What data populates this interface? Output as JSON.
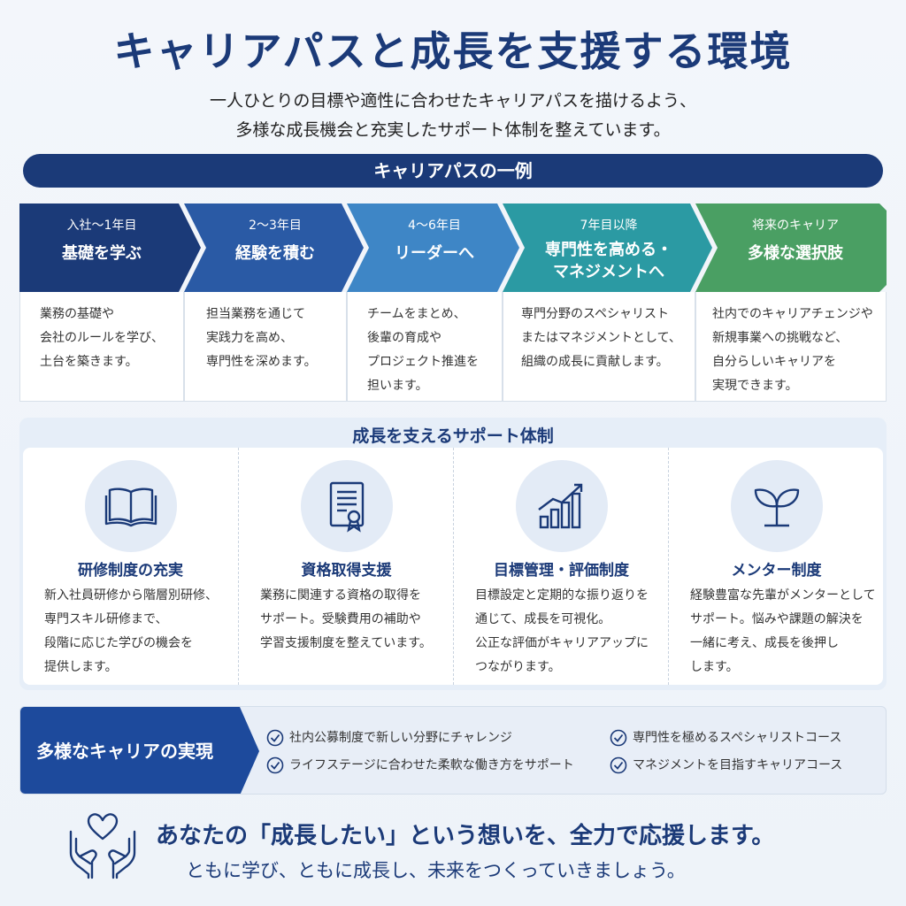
{
  "title": "キャリアパスと成長を支援する環境",
  "subtitle": {
    "line1": "一人ひとりの目標や適性に合わせたキャリアパスを描けるよう、",
    "line2": "多様な成長機会と充実したサポート体制を整えています。"
  },
  "career_path": {
    "heading": "キャリアパスの一例",
    "stages": [
      {
        "period": "入社〜1年目",
        "name": "基礎を学ぶ",
        "color": "#1b3a78",
        "desc": [
          "業務の基礎や",
          "会社のルールを学び、",
          "土台を築きます。"
        ]
      },
      {
        "period": "2〜3年目",
        "name": "経験を積む",
        "color": "#2a5aa5",
        "desc": [
          "担当業務を通じて",
          "実践力を高め、",
          "専門性を深めます。"
        ]
      },
      {
        "period": "4〜6年目",
        "name": "リーダーへ",
        "color": "#3e86c6",
        "desc": [
          "チームをまとめ、",
          "後輩の育成や",
          "プロジェクト推進を",
          "担います。"
        ]
      },
      {
        "period": "7年目以降",
        "name": "専門性を高める・",
        "name2": "マネジメントへ",
        "color": "#2b9aa3",
        "desc": [
          "専門分野のスペシャリスト",
          "またはマネジメントとして、",
          "組織の成長に貢献します。"
        ]
      },
      {
        "period": "将来のキャリア",
        "name": "多様な選択肢",
        "color": "#4a9f63",
        "desc": [
          "社内でのキャリアチェンジや",
          "新規事業への挑戦など、",
          "自分らしいキャリアを",
          "実現できます。"
        ]
      }
    ]
  },
  "support": {
    "heading": "成長を支えるサポート体制",
    "items": [
      {
        "icon": "book-icon",
        "name": "研修制度の充実",
        "desc": [
          "新入社員研修から階層別研修、",
          "専門スキル研修まで、",
          "段階に応じた学びの機会を",
          "提供します。"
        ]
      },
      {
        "icon": "certificate-icon",
        "name": "資格取得支援",
        "desc": [
          "業務に関連する資格の取得を",
          "サポート。受験費用の補助や",
          "学習支援制度を整えています。"
        ]
      },
      {
        "icon": "growth-chart-icon",
        "name": "目標管理・評価制度",
        "desc": [
          "目標設定と定期的な振り返りを",
          "通じて、成長を可視化。",
          "公正な評価がキャリアアップに",
          "つながります。"
        ]
      },
      {
        "icon": "sprout-icon",
        "name": "メンター制度",
        "desc": [
          "経験豊富な先輩がメンターとして",
          "サポート。悩みや課題の解決を",
          "一緒に考え、成長を後押し",
          "します。"
        ]
      }
    ]
  },
  "diverse": {
    "label": "多様なキャリアの実現",
    "items": [
      "社内公募制度で新しい分野にチャレンジ",
      "ライフステージに合わせた柔軟な働き方をサポート",
      "専門性を極めるスペシャリストコース",
      "マネジメントを目指すキャリアコース"
    ]
  },
  "footer": {
    "message": "あなたの「成長したい」という想いを、全力で応援します。",
    "message2": "ともに学び、ともに成長し、未来をつくっていきましょう。"
  },
  "colors": {
    "primary": "#1b3a78",
    "accent_light": "#e3ebf6"
  }
}
